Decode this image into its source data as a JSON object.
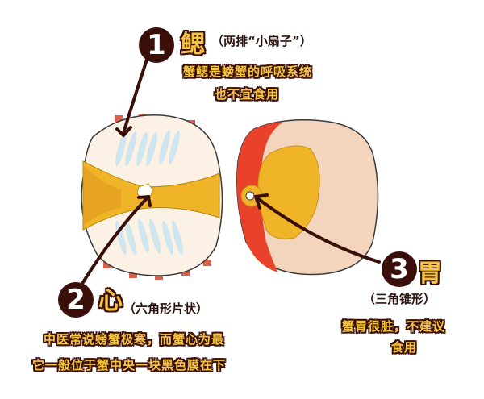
{
  "labels": {
    "gill": {
      "number": "1",
      "title": "鳃",
      "subtitle": "（两排“小扇子”）",
      "lines": [
        "蟹鳃是螃蟹的呼吸系统",
        "也不宜食用"
      ]
    },
    "heart": {
      "number": "2",
      "title": "心",
      "subtitle": "（六角形片状）",
      "lines": [
        "中医常说螃蟹极寒，而蟹心为最",
        "它一般位于蟹中央一块黑色膜在下"
      ]
    },
    "stomach": {
      "number": "3",
      "title": "胃",
      "subtitle": "（三角锥形）",
      "lines": [
        "蟹胃很脏，不建议",
        "食用"
      ]
    }
  },
  "colors": {
    "outline_dark": "#3a0f0a",
    "text_yellow": "#f5c542",
    "shell_cream": "#fbf1e4",
    "gill_blue": "#cfe6ef",
    "body_yellow": "#f0b429",
    "shell_red": "#e8432a",
    "spike_red": "#d9604a"
  }
}
